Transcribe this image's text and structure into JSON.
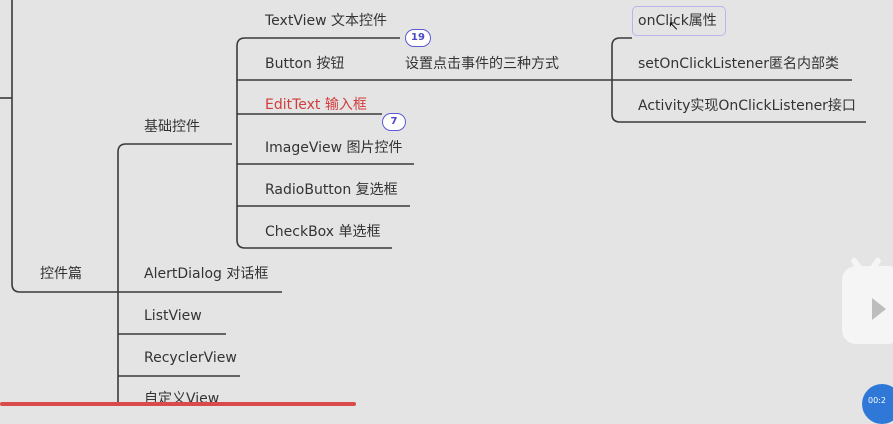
{
  "mindmap": {
    "root": "控件篇",
    "basic": {
      "label": "基础控件",
      "children": [
        "TextView 文本控件",
        "Button 按钮",
        "EditText 输入框",
        "ImageView 图片控件",
        "RadioButton 复选框",
        "CheckBox 单选框"
      ]
    },
    "others": [
      "AlertDialog 对话框",
      "ListView",
      "RecyclerView",
      "自定义View"
    ],
    "button_branch": {
      "label": "设置点击事件的三种方式",
      "children": [
        "onClick属性",
        "setOnClickListener匿名内部类",
        "Activity实现OnClickListener接口"
      ]
    },
    "badges": {
      "button": "19",
      "edittext": "7"
    }
  },
  "player": {
    "time": "00:2"
  },
  "colors": {
    "line": "#3a3a3a",
    "highlight": "#d23c3c",
    "badge": "#5b5bd6"
  }
}
